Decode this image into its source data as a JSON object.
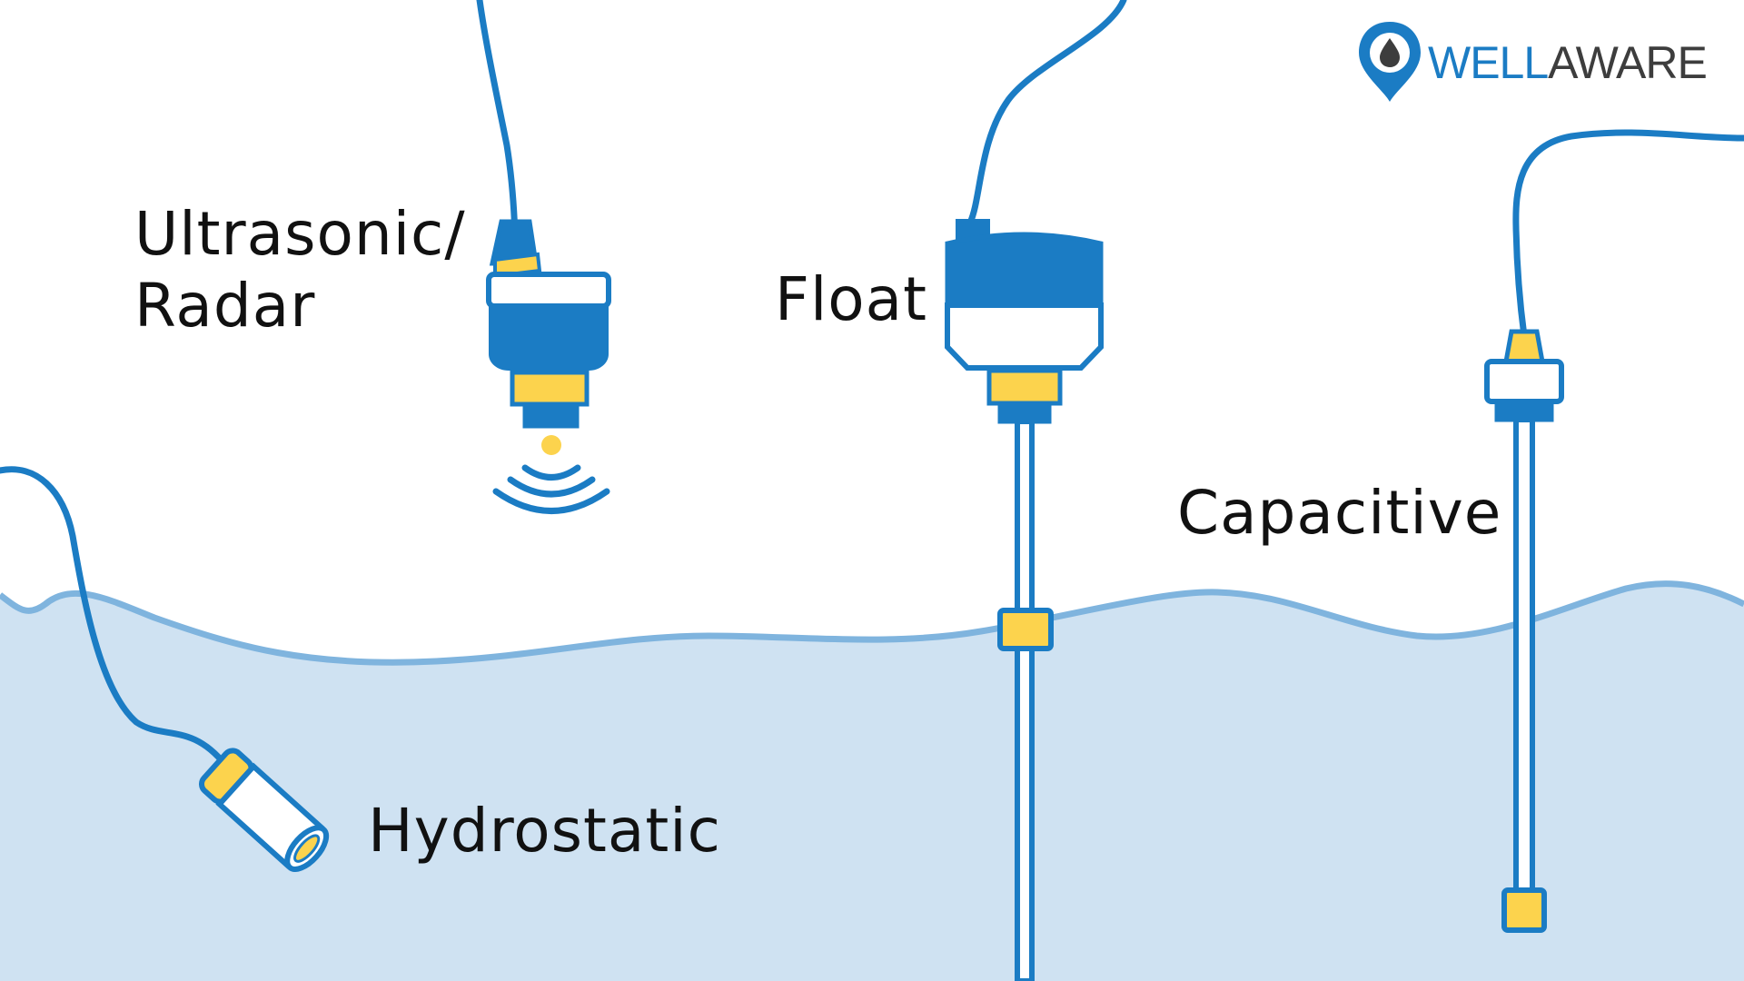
{
  "colors": {
    "water": "#cfe2f2",
    "water_line": "#7fb4de",
    "cable": "#1b7cc4",
    "sensor_blue": "#1b7cc4",
    "sensor_yellow": "#fcd34d",
    "logo_gray": "#3d3d3d",
    "label_text": "#111111"
  },
  "labels": {
    "ultrasonic_line1": "Ultrasonic/",
    "ultrasonic_line2": "Radar",
    "float": "Float",
    "capacitive": "Capacitive",
    "hydrostatic": "Hydrostatic"
  },
  "logo": {
    "part1": "WELL",
    "part2": "AWARE",
    "icon": "map-pin-water-drop-icon"
  },
  "icons": {
    "ultrasonic": "ultrasonic-sensor-icon",
    "float": "float-sensor-icon",
    "capacitive": "capacitive-probe-icon",
    "hydrostatic": "hydrostatic-transducer-icon",
    "signal": "signal-waves-icon"
  }
}
